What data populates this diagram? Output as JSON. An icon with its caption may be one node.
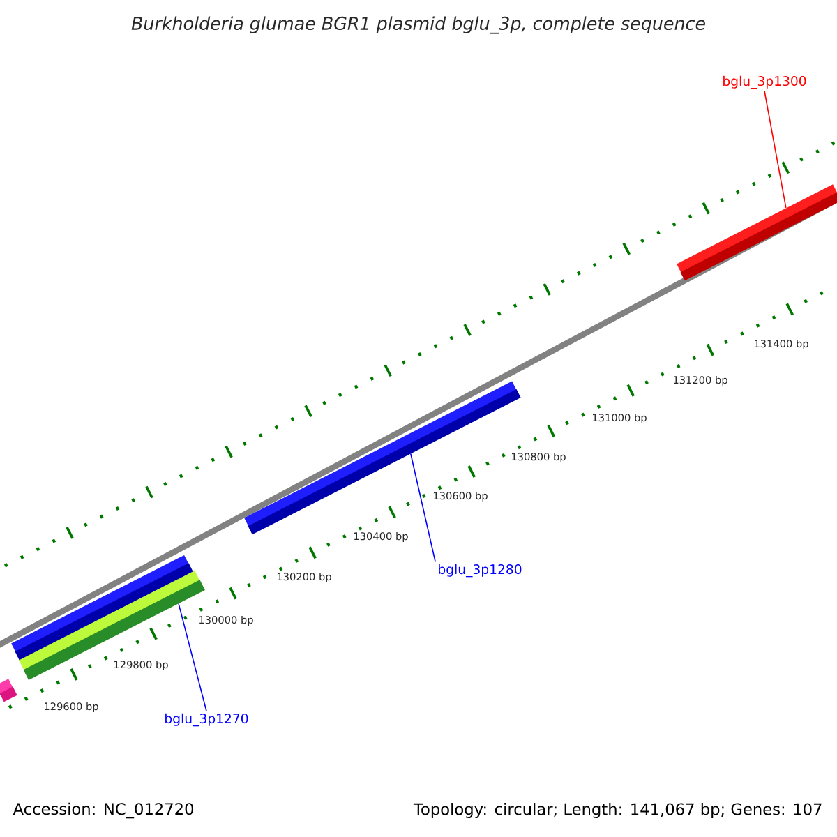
{
  "diagram": {
    "title": "Burkholderia glumae BGR1 plasmid bglu_3p, complete sequence",
    "nodes": [
      {
        "text": [
          "bglu_3p1300"
        ]
      },
      {
        "text": [
          "bglu_3p1280"
        ]
      },
      {
        "text": [
          "bglu_3p1270"
        ]
      },
      {
        "text": [],
        "shape": "bar"
      },
      {
        "text": [],
        "shape": "bar"
      },
      {
        "text": [],
        "shape": "bar"
      },
      {
        "text": [],
        "shape": "bar"
      },
      {
        "text": [],
        "shape": "bar"
      }
    ],
    "edges": [
      {
        "from": 0,
        "to": 7,
        "arrow": "none",
        "color": "#ff0000"
      },
      {
        "from": 1,
        "to": 6,
        "arrow": "none"
      },
      {
        "from": 2,
        "to": 4,
        "arrow": "none"
      }
    ],
    "labels": [
      "129600 bp",
      "129800 bp",
      "130000 bp",
      "130200 bp",
      "130400 bp",
      "130600 bp",
      "130800 bp",
      "131000 bp",
      "131200 bp",
      "131400 bp",
      "Accession: NC_012720",
      "Topology: circular; Length: 141,067 bp; Genes: 107"
    ]
  }
}
